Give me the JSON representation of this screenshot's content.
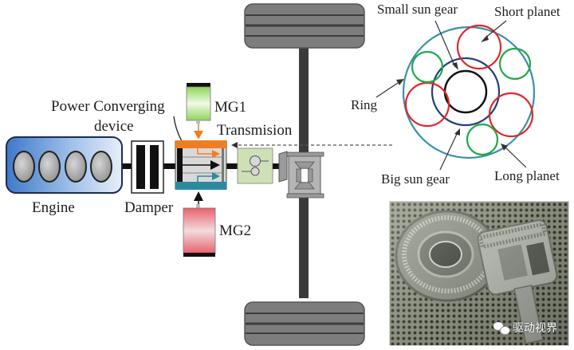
{
  "diagram": {
    "labels": {
      "power_converging": "Power Converging",
      "device": "device",
      "engine": "Engine",
      "damper": "Damper",
      "mg1": "MG1",
      "mg2": "MG2",
      "transmission": "Transmision",
      "small_sun_gear": "Small sun gear",
      "short_planet": "Short planet",
      "ring": "Ring",
      "big_sun_gear": "Big sun gear",
      "long_planet": "Long planet"
    },
    "colors": {
      "engine_blue": "#5b8fd6",
      "mg1_green": "#a6e07a",
      "mg2_red": "#e86a78",
      "carrier_orange": "#f07d22",
      "carrier_teal": "#2c8aa0",
      "ring_teal": "#3a8fa8",
      "big_sun_navy": "#24407a",
      "planet_red": "#e0262c",
      "planet_green": "#22a84a",
      "tire_gray": "#7a7a7a"
    }
  },
  "photo": {
    "watermark": "驱动视界"
  }
}
